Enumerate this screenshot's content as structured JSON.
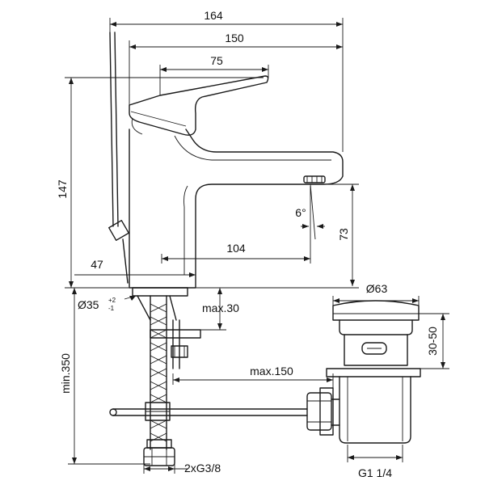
{
  "dimensions": {
    "overall_width": "164",
    "spout_width": "150",
    "lever_width": "75",
    "spout_reach": "104",
    "body_offset": "47",
    "total_height": "147",
    "outlet_height": "73",
    "spray_angle": "6°",
    "hole_diameter": "Ø35",
    "hole_tol_plus": "+2",
    "hole_tol_minus": "-1",
    "deck_thickness": "max.30",
    "supply_length": "min.350",
    "rod_length": "max.150",
    "waste_diameter": "Ø63",
    "waste_height": "30-50",
    "waste_thread": "G1 1/4",
    "supply_threads": "2xG3/8"
  },
  "colors": {
    "line": "#1a1a1a",
    "background": "#ffffff"
  }
}
